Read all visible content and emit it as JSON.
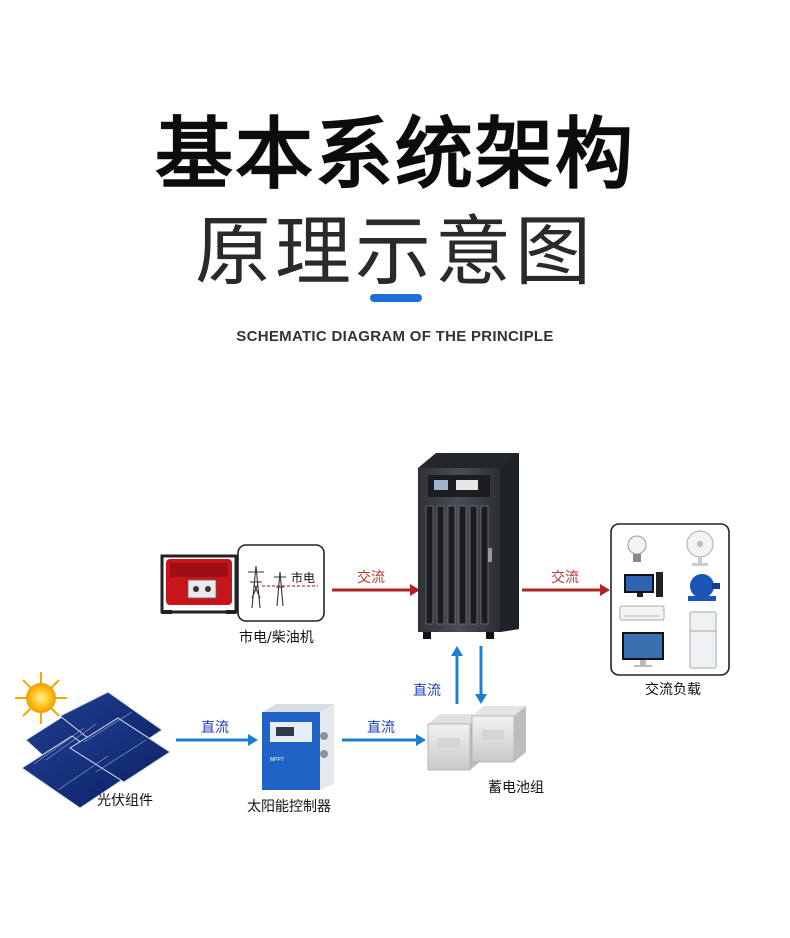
{
  "header": {
    "title_line1": "基本系统架构",
    "title_line2": "原理示意图",
    "subtitle": "SCHEMATIC DIAGRAM OF THE PRINCIPLE"
  },
  "diagram": {
    "grid_tag": "市电",
    "grid_generator_label": "市电/柴油机",
    "ac_load_label": "交流负载",
    "pv_label": "光伏组件",
    "controller_label": "太阳能控制器",
    "controller_tag": "MPPT",
    "battery_label": "蓄电池组",
    "flow_ac_in": "交流",
    "flow_ac_out": "交流",
    "flow_dc_pv": "直流",
    "flow_dc_ctrl": "直流",
    "flow_dc_batt": "直流"
  },
  "colors": {
    "accent": "#1e6fd9",
    "ac_arrow": "#b22222",
    "dc_arrow": "#1b7fd1",
    "cabinet": "#3c3f44"
  }
}
